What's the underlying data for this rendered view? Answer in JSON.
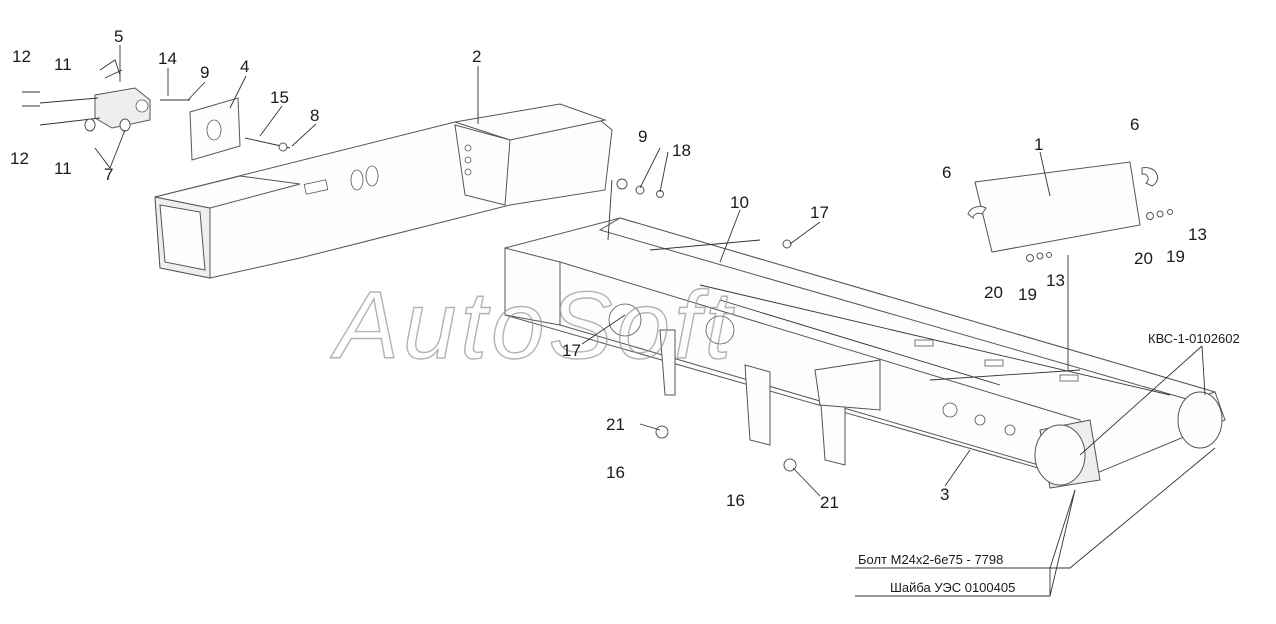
{
  "watermark": "AutoSoft",
  "callouts": [
    {
      "id": "c12a",
      "label": "12"
    },
    {
      "id": "c11a",
      "label": "11"
    },
    {
      "id": "c5",
      "label": "5"
    },
    {
      "id": "c14",
      "label": "14"
    },
    {
      "id": "c9a",
      "label": "9"
    },
    {
      "id": "c4",
      "label": "4"
    },
    {
      "id": "c2",
      "label": "2"
    },
    {
      "id": "c15",
      "label": "15"
    },
    {
      "id": "c8",
      "label": "8"
    },
    {
      "id": "c12b",
      "label": "12"
    },
    {
      "id": "c11b",
      "label": "11"
    },
    {
      "id": "c7",
      "label": "7"
    },
    {
      "id": "c9b",
      "label": "9"
    },
    {
      "id": "c18",
      "label": "18"
    },
    {
      "id": "c10",
      "label": "10"
    },
    {
      "id": "c17a",
      "label": "17"
    },
    {
      "id": "c17b",
      "label": "17"
    },
    {
      "id": "c6a",
      "label": "6"
    },
    {
      "id": "c6b",
      "label": "6"
    },
    {
      "id": "c1",
      "label": "1"
    },
    {
      "id": "c13a",
      "label": "13"
    },
    {
      "id": "c13b",
      "label": "13"
    },
    {
      "id": "c20a",
      "label": "20"
    },
    {
      "id": "c19a",
      "label": "19"
    },
    {
      "id": "c20b",
      "label": "20"
    },
    {
      "id": "c19b",
      "label": "19"
    },
    {
      "id": "c21a",
      "label": "21"
    },
    {
      "id": "c16a",
      "label": "16"
    },
    {
      "id": "c16b",
      "label": "16"
    },
    {
      "id": "c21b",
      "label": "21"
    },
    {
      "id": "c3",
      "label": "3"
    }
  ],
  "annotations": {
    "kvs": "КВС-1-0102602",
    "bolt": "Болт М24х2-6е75 - 7798",
    "washer": "Шайба УЭС 0100405"
  }
}
